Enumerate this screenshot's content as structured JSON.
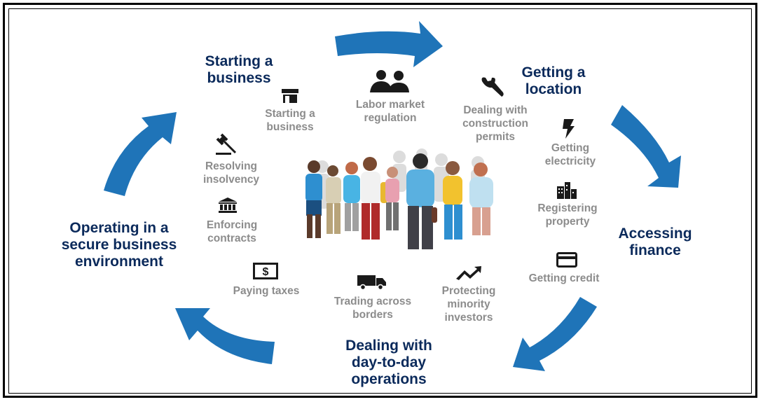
{
  "phases": {
    "starting": "Starting a\nbusiness",
    "location": "Getting a\nlocation",
    "finance": "Accessing\nfinance",
    "operations": "Dealing with\nday-to-day\noperations",
    "secure": "Operating in a\nsecure business\nenvironment"
  },
  "indicators": {
    "starting_business": "Starting a\nbusiness",
    "labor": "Labor market\nregulation",
    "construction": "Dealing with\nconstruction\npermits",
    "electricity": "Getting\nelectricity",
    "property": "Registering\nproperty",
    "credit": "Getting credit",
    "minority": "Protecting\nminority\ninvestors",
    "trading": "Trading across\nborders",
    "taxes": "Paying taxes",
    "contracts": "Enforcing\ncontracts",
    "insolvency": "Resolving\ninsolvency"
  },
  "icons": [
    "storefront-icon",
    "people-icon",
    "wrench-icon",
    "lightning-icon",
    "buildings-icon",
    "credit-card-icon",
    "trend-up-icon",
    "truck-icon",
    "dollar-bill-icon",
    "courthouse-icon",
    "gavel-icon"
  ],
  "colors": {
    "arrow": "#1f74b8",
    "phase_text": "#0b2a5b",
    "indicator_text": "#8c8c8c",
    "icon": "#1a1a1a"
  }
}
